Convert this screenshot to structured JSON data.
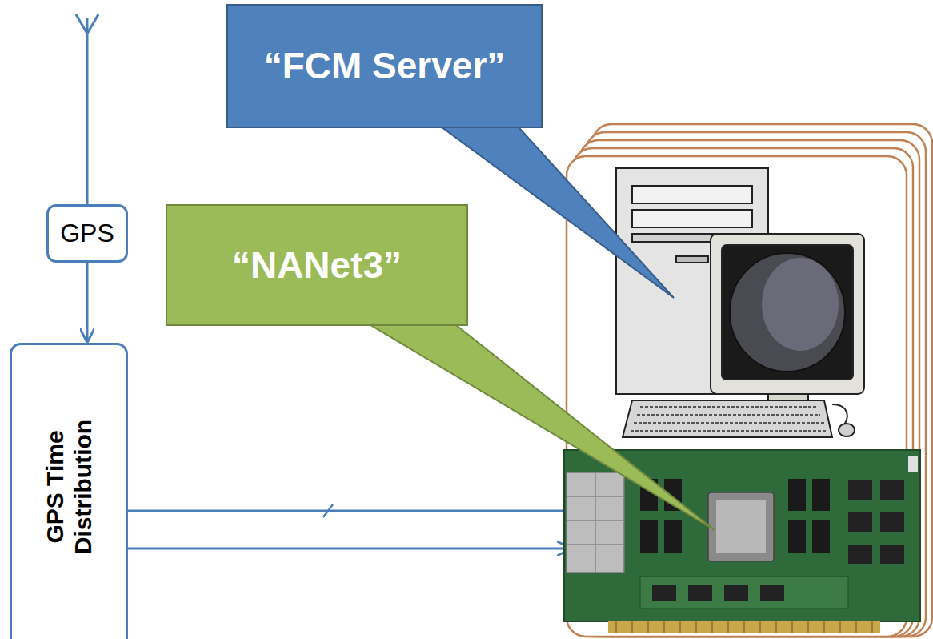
{
  "diagram": {
    "nodes": [
      {
        "text": [
          "“FCM Server”"
        ]
      },
      {
        "text": [
          "GPS"
        ]
      },
      {
        "text": [
          "“NANet3”"
        ]
      },
      {
        "text": [
          "GPS Time Distribution"
        ]
      }
    ],
    "edges": [
      {
        "from": 1,
        "to": 3,
        "arrow": "to"
      }
    ]
  }
}
